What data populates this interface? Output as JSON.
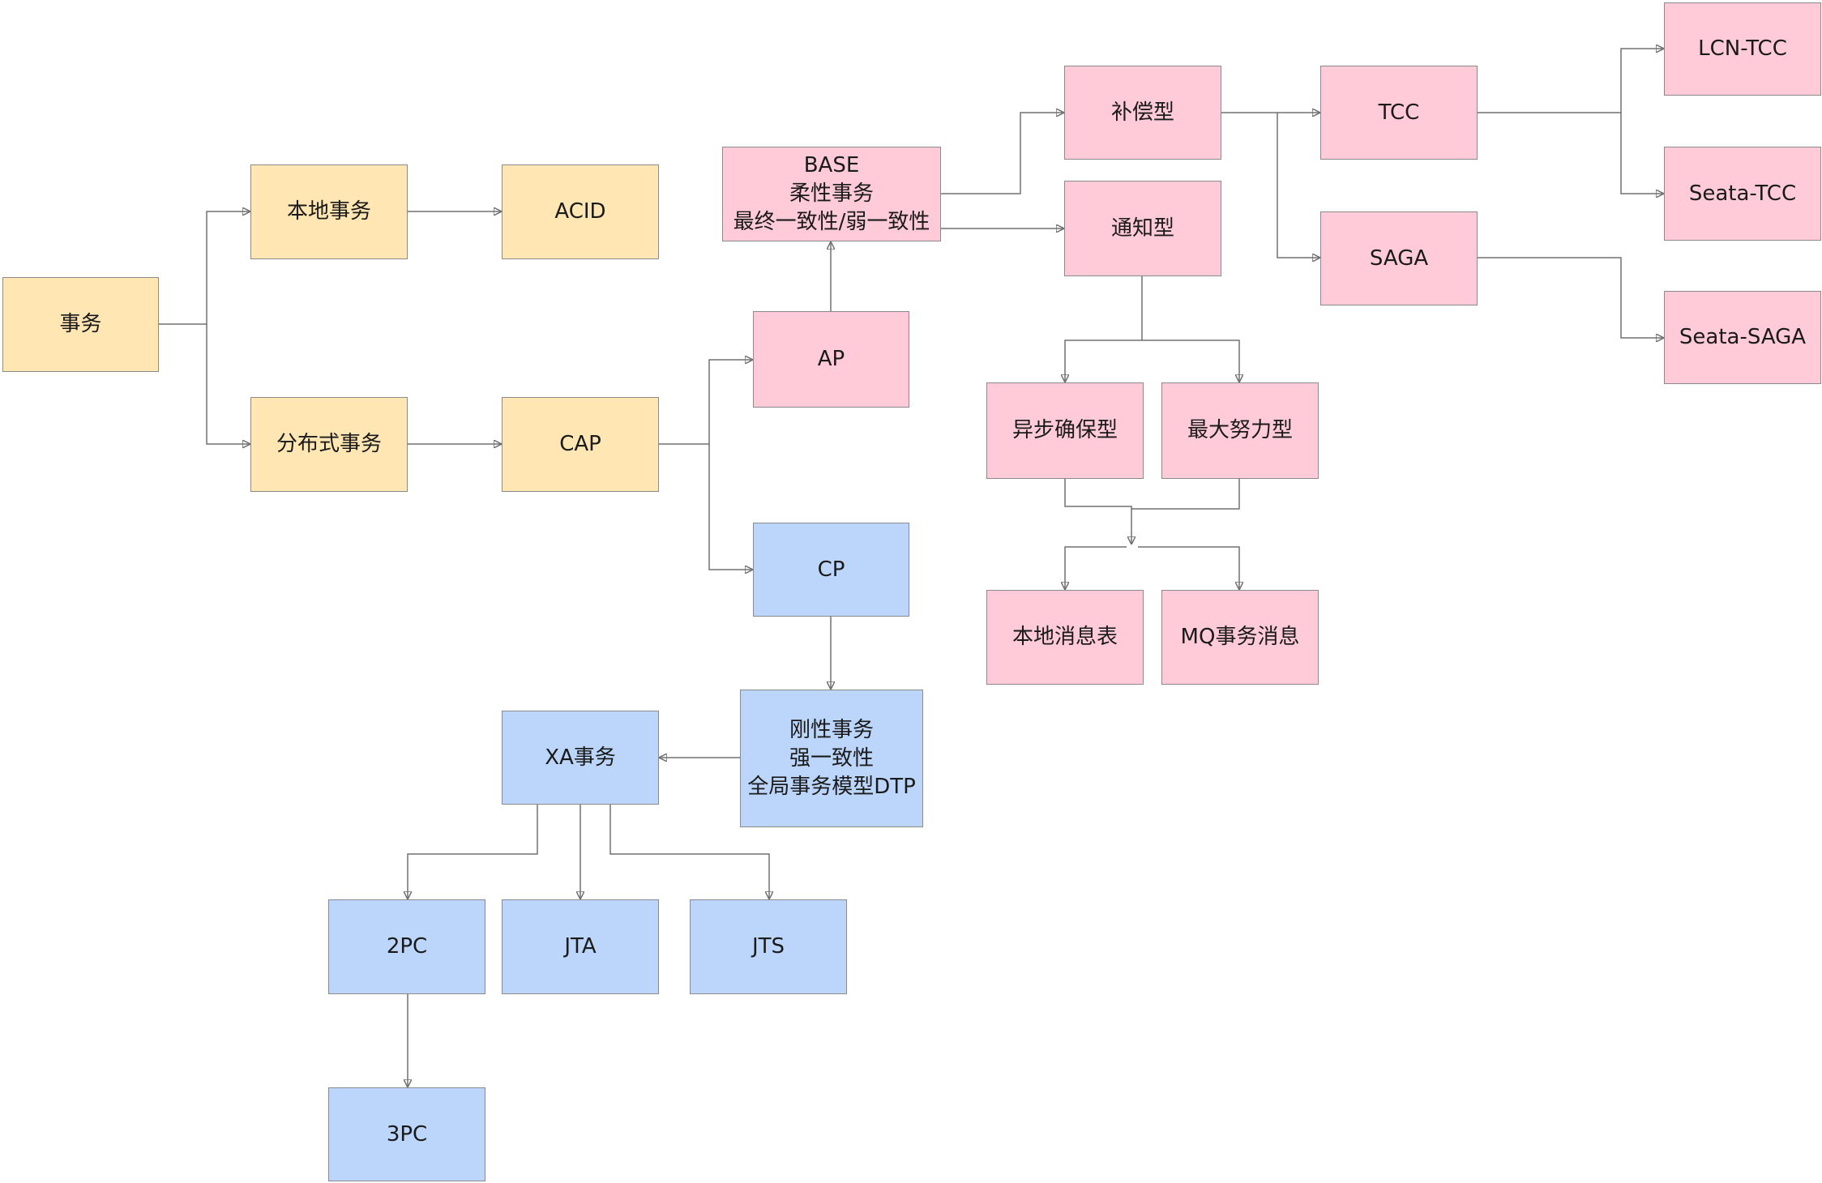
{
  "colors": {
    "yellow": "#ffe6b3",
    "pink": "#ffcbd8",
    "blue": "#bcd6fb",
    "border": "#8a8a8a",
    "line": "#707070"
  },
  "nodes": {
    "shiwu": "事务",
    "bendi_shiwu": "本地事务",
    "acid": "ACID",
    "fenbushi_shiwu": "分布式事务",
    "cap": "CAP",
    "ap": "AP",
    "cp": "CP",
    "base": "BASE\n柔性事务\n最终一致性/弱一致性",
    "gangxing": "刚性事务\n强一致性\n全局事务模型DTP",
    "xa": "XA事务",
    "pc2": "2PC",
    "jta": "JTA",
    "jts": "JTS",
    "pc3": "3PC",
    "buchang": "补偿型",
    "tongzhi": "通知型",
    "yibu": "异步确保型",
    "zuida": "最大努力型",
    "bendi_xiaoxi": "本地消息表",
    "mq": "MQ事务消息",
    "tcc": "TCC",
    "saga": "SAGA",
    "lcn_tcc": "LCN-TCC",
    "seata_tcc": "Seata-TCC",
    "seata_saga": "Seata-SAGA"
  }
}
